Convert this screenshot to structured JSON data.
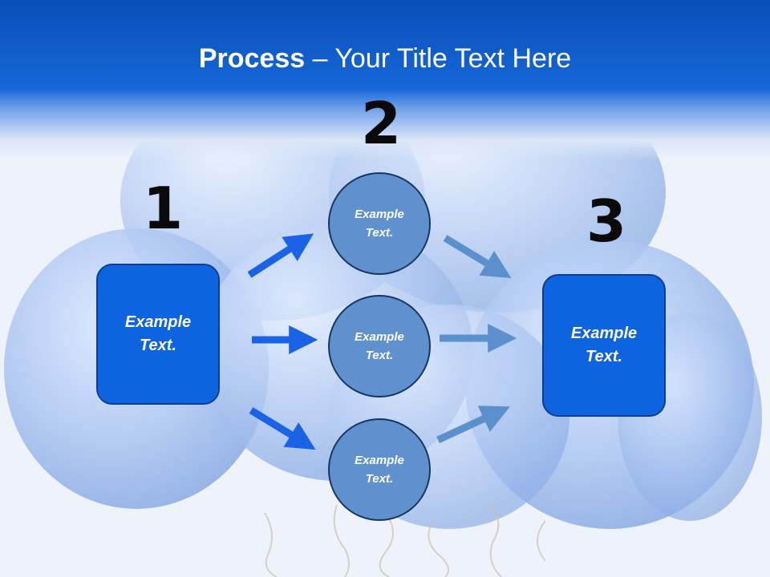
{
  "title": {
    "bold": "Process",
    "rest": " – Your Title Text Here"
  },
  "steps": [
    {
      "number": "1",
      "label": "Example Text."
    },
    {
      "number": "2",
      "labels": [
        "Example Text.",
        "Example Text.",
        "Example Text."
      ]
    },
    {
      "number": "3",
      "label": "Example Text."
    }
  ],
  "colors": {
    "header": "#1566d8",
    "box_fill": "#0e63e0",
    "circle_fill": "#5f91cf",
    "arrow_left": "#1a63e6",
    "arrow_right": "#5b90cc"
  }
}
